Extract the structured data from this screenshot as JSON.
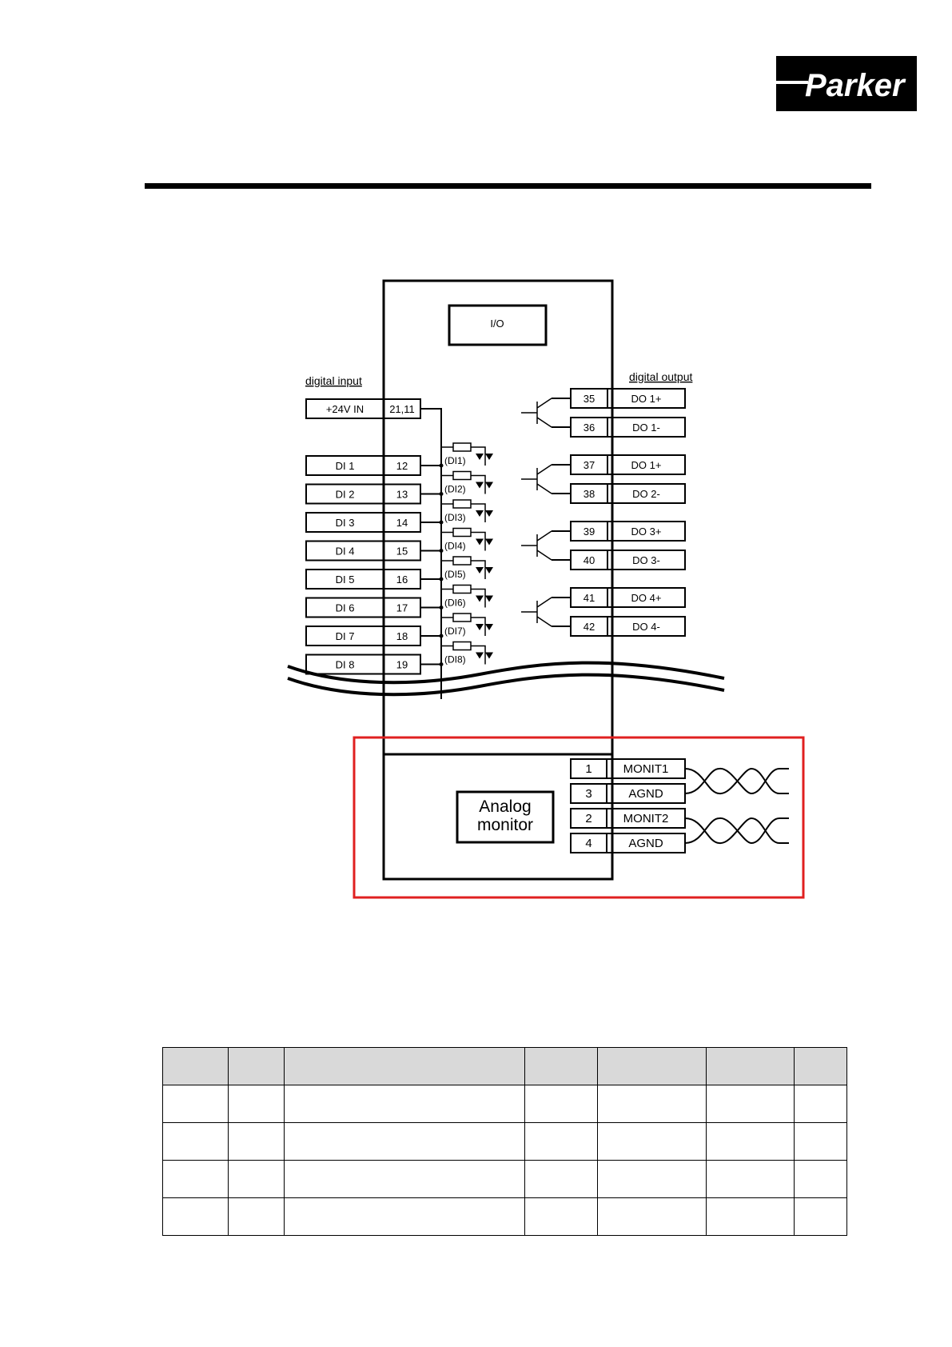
{
  "brand": {
    "logo_text": "Parker"
  },
  "diagram": {
    "io_block_label": "I/O",
    "digital_input_label": "digital input",
    "digital_output_label": "digital output",
    "supply": {
      "label": "+24V IN",
      "pin": "21,11"
    },
    "inputs": [
      {
        "label": "DI 1",
        "pin": "12",
        "tag": "(DI1)"
      },
      {
        "label": "DI 2",
        "pin": "13",
        "tag": "(DI2)"
      },
      {
        "label": "DI 3",
        "pin": "14",
        "tag": "(DI3)"
      },
      {
        "label": "DI 4",
        "pin": "15",
        "tag": "(DI4)"
      },
      {
        "label": "DI 5",
        "pin": "16",
        "tag": "(DI5)"
      },
      {
        "label": "DI 6",
        "pin": "17",
        "tag": "(DI6)"
      },
      {
        "label": "DI 7",
        "pin": "18",
        "tag": "(DI7)"
      },
      {
        "label": "DI 8",
        "pin": "19",
        "tag": "(DI8)"
      }
    ],
    "outputs": [
      {
        "pin": "35",
        "label": "DO 1+"
      },
      {
        "pin": "36",
        "label": "DO 1-"
      },
      {
        "pin": "37",
        "label": "DO 1+"
      },
      {
        "pin": "38",
        "label": "DO 2-"
      },
      {
        "pin": "39",
        "label": "DO 3+"
      },
      {
        "pin": "40",
        "label": "DO 3-"
      },
      {
        "pin": "41",
        "label": "DO 4+"
      },
      {
        "pin": "42",
        "label": "DO 4-"
      }
    ],
    "analog_block_label_line1": "Analog",
    "analog_block_label_line2": "monitor",
    "analog_pins": [
      {
        "pin": "1",
        "label": "MONIT1"
      },
      {
        "pin": "3",
        "label": "AGND"
      },
      {
        "pin": "2",
        "label": "MONIT2"
      },
      {
        "pin": "4",
        "label": "AGND"
      }
    ],
    "highlight_color": "#e02020"
  },
  "table": {
    "columns": 7,
    "body_rows": 4
  }
}
